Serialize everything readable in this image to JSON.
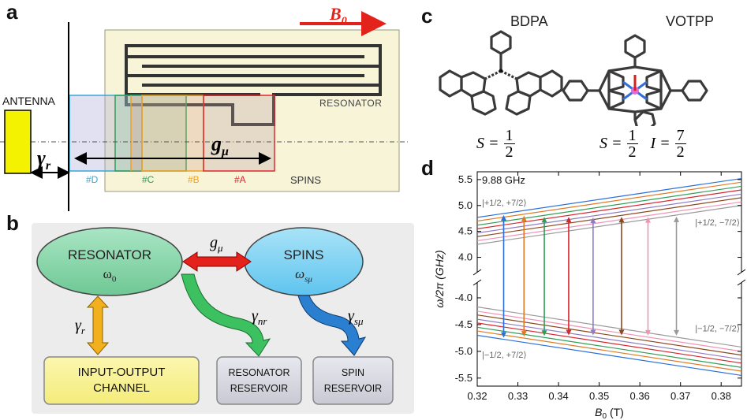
{
  "panel_a": {
    "label": "a",
    "b0_symbol": "B",
    "b0_sub": "0",
    "antenna_label": "ANTENNA",
    "resonator_label": "RESONATOR",
    "spins_label": "SPINS",
    "gamma_r": "γ",
    "gamma_r_sub": "r",
    "g_mu": "g",
    "g_mu_sub": "μ",
    "spin_groups": [
      {
        "label": "#D",
        "color": "#3aa6d6"
      },
      {
        "label": "#C",
        "color": "#2e9e55"
      },
      {
        "label": "#B",
        "color": "#f2a020"
      },
      {
        "label": "#A",
        "color": "#e0262e"
      }
    ]
  },
  "panel_b": {
    "label": "b",
    "resonator_title": "RESONATOR",
    "resonator_freq": "ω",
    "resonator_freq_sub": "0",
    "spins_title": "SPINS",
    "spins_freq": "ω",
    "spins_freq_sub": "sμ",
    "g_mu": "g",
    "g_mu_sub": "μ",
    "gamma_r": "γ",
    "gamma_r_sub": "r",
    "gamma_nr": "γ",
    "gamma_nr_sub": "nr",
    "gamma_smu": "γ",
    "gamma_smu_sub": "sμ",
    "io_channel_line1": "INPUT-OUTPUT",
    "io_channel_line2": "CHANNEL",
    "res_reservoir_line1": "RESONATOR",
    "res_reservoir_line2": "RESERVOIR",
    "spin_reservoir_line1": "SPIN",
    "spin_reservoir_line2": "RESERVOIR"
  },
  "panel_c": {
    "label": "c",
    "molecule1_name": "BDPA",
    "molecule2_name": "VOTPP",
    "bdpa_spin": "S =",
    "votpp_spin": "S =",
    "votpp_nuclear": "I =",
    "half_num": "1",
    "half_den": "2",
    "seven_num": "7",
    "seven_den": "2"
  },
  "panel_d": {
    "label": "d"
  },
  "chart_data": {
    "type": "line",
    "title": "",
    "annotation_frequency": "9.88 GHz",
    "xlabel": "B",
    "xlabel_sub": "0",
    "xlabel_unit": "(T)",
    "ylabel": "ω/2π (GHz)",
    "xlim": [
      0.32,
      0.385
    ],
    "x_ticks": [
      "0.32",
      "0.33",
      "0.34",
      "0.35",
      "0.36",
      "0.37",
      "0.38"
    ],
    "y_ticks_upper": [
      "5.5",
      "5.0",
      "4.5",
      "4.0"
    ],
    "y_ticks_lower": [
      "-4.0",
      "-4.5",
      "-5.0",
      "-5.5"
    ],
    "ylim_upper": [
      3.75,
      5.65
    ],
    "ylim_lower": [
      -5.65,
      -3.75
    ],
    "state_labels": {
      "upper_top": "|+1/2, +7/2⟩",
      "upper_bottom": "|+1/2, −7/2⟩",
      "lower_top": "|−1/2, −7/2⟩",
      "lower_bottom": "|−1/2, +7/2⟩"
    },
    "upper_series": [
      {
        "color": "#2a6fdb",
        "x": [
          0.32,
          0.385
        ],
        "y": [
          4.77,
          5.52
        ]
      },
      {
        "color": "#e07a24",
        "x": [
          0.32,
          0.385
        ],
        "y": [
          4.7,
          5.45
        ]
      },
      {
        "color": "#2f9e55",
        "x": [
          0.32,
          0.385
        ],
        "y": [
          4.62,
          5.37
        ]
      },
      {
        "color": "#d6262e",
        "x": [
          0.32,
          0.385
        ],
        "y": [
          4.55,
          5.3
        ]
      },
      {
        "color": "#8d7cc6",
        "x": [
          0.32,
          0.385
        ],
        "y": [
          4.47,
          5.22
        ]
      },
      {
        "color": "#8a4a1e",
        "x": [
          0.32,
          0.385
        ],
        "y": [
          4.4,
          5.15
        ]
      },
      {
        "color": "#f093b5",
        "x": [
          0.32,
          0.385
        ],
        "y": [
          4.32,
          5.07
        ]
      },
      {
        "color": "#9a9a9a",
        "x": [
          0.32,
          0.385
        ],
        "y": [
          4.25,
          5.0
        ]
      }
    ],
    "lower_series": [
      {
        "color": "#9a9a9a",
        "x": [
          0.32,
          0.385
        ],
        "y": [
          -4.17,
          -4.92
        ]
      },
      {
        "color": "#f093b5",
        "x": [
          0.32,
          0.385
        ],
        "y": [
          -4.25,
          -5.0
        ]
      },
      {
        "color": "#8a4a1e",
        "x": [
          0.32,
          0.385
        ],
        "y": [
          -4.32,
          -5.07
        ]
      },
      {
        "color": "#8d7cc6",
        "x": [
          0.32,
          0.385
        ],
        "y": [
          -4.4,
          -5.15
        ]
      },
      {
        "color": "#d6262e",
        "x": [
          0.32,
          0.385
        ],
        "y": [
          -4.47,
          -5.22
        ]
      },
      {
        "color": "#2f9e55",
        "x": [
          0.32,
          0.385
        ],
        "y": [
          -4.55,
          -5.3
        ]
      },
      {
        "color": "#e07a24",
        "x": [
          0.32,
          0.385
        ],
        "y": [
          -4.62,
          -5.37
        ]
      },
      {
        "color": "#2a6fdb",
        "x": [
          0.32,
          0.385
        ],
        "y": [
          -4.7,
          -5.45
        ]
      }
    ],
    "transitions": [
      {
        "color": "#2a6fdb",
        "x": 0.3265
      },
      {
        "color": "#e07a24",
        "x": 0.3315
      },
      {
        "color": "#2f9e55",
        "x": 0.3365
      },
      {
        "color": "#d6262e",
        "x": 0.3425
      },
      {
        "color": "#8d7cc6",
        "x": 0.3485
      },
      {
        "color": "#8a4a1e",
        "x": 0.3555
      },
      {
        "color": "#f093b5",
        "x": 0.362
      },
      {
        "color": "#9a9a9a",
        "x": 0.369
      }
    ]
  }
}
